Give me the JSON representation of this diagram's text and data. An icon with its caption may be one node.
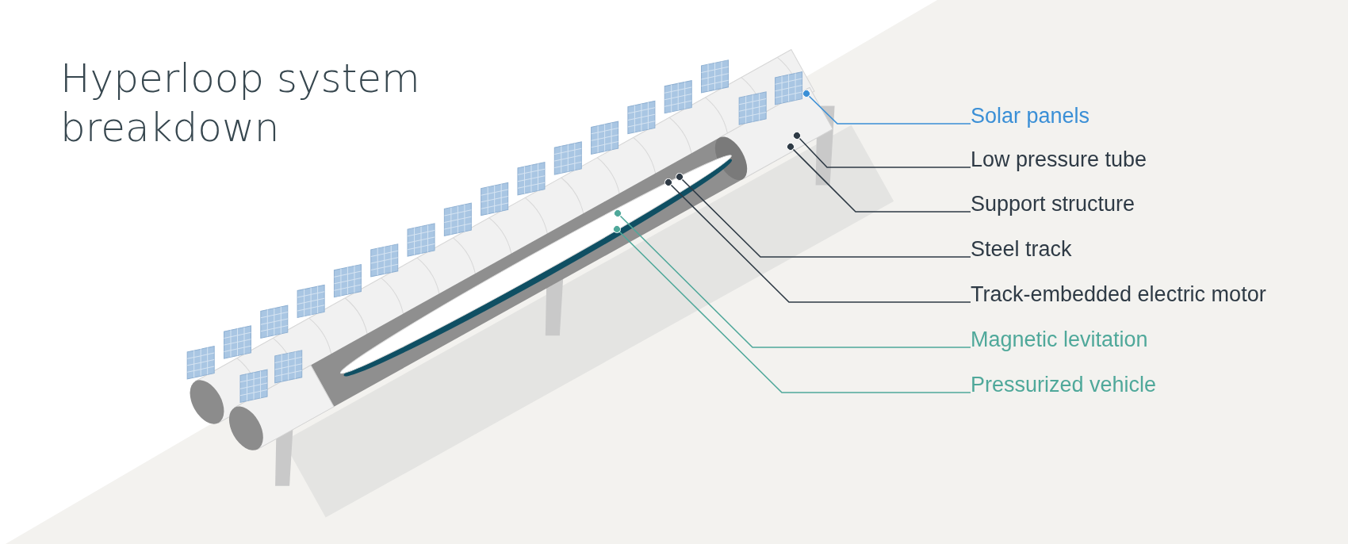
{
  "diagram": {
    "title": "Hyperloop system breakdown",
    "nodes": [
      {
        "text": [
          "Solar panels"
        ]
      },
      {
        "text": [
          "Low pressure tube"
        ]
      },
      {
        "text": [
          "Support structure"
        ]
      },
      {
        "text": [
          "Steel track"
        ]
      },
      {
        "text": [
          "Track-embedded electric motor"
        ]
      },
      {
        "text": [
          "Magnetic levitation"
        ]
      },
      {
        "text": [
          "Pressurized vehicle"
        ]
      }
    ],
    "edges": [
      {
        "from": 0,
        "to": null,
        "arrow": "other",
        "color": "#3a8fd6"
      },
      {
        "from": 1,
        "to": null,
        "arrow": "other"
      },
      {
        "from": 2,
        "to": null,
        "arrow": "other"
      },
      {
        "from": 3,
        "to": null,
        "arrow": "other"
      },
      {
        "from": 4,
        "to": null,
        "arrow": "other"
      },
      {
        "from": 5,
        "to": null,
        "arrow": "other",
        "color": "#4fa89a"
      },
      {
        "from": 6,
        "to": null,
        "arrow": "other",
        "color": "#4fa89a"
      }
    ]
  }
}
